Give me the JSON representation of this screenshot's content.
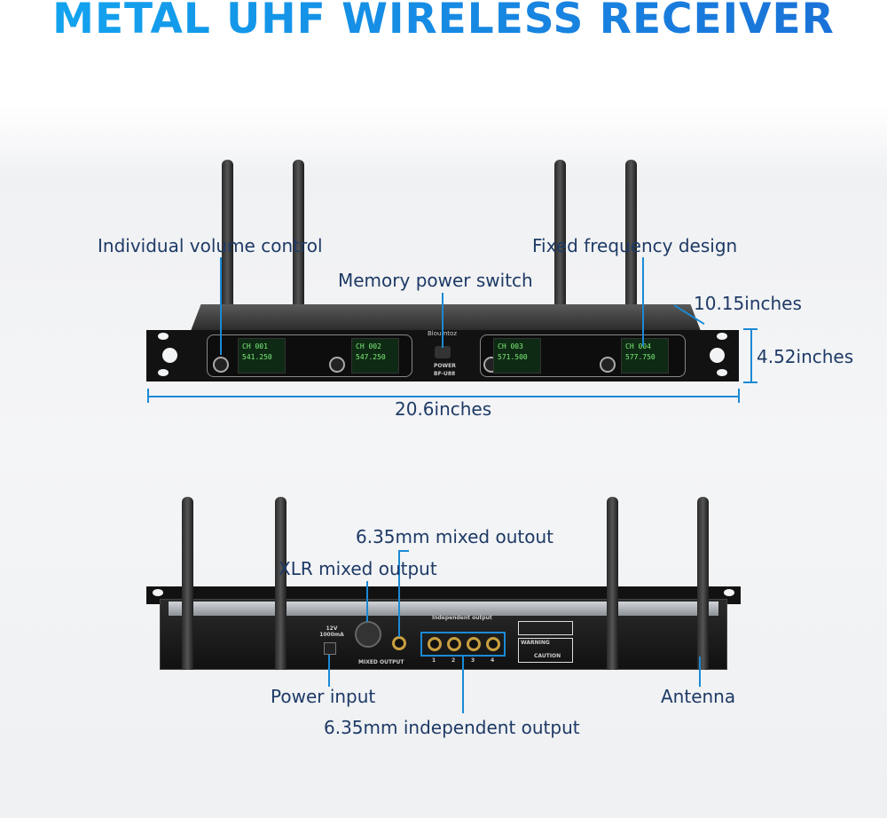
{
  "title": "METAL UHF WIRELESS RECEIVER",
  "labels": {
    "volume": "Individual volume control",
    "fixed_freq": "Fixed frequency design",
    "memory_power": "Memory power switch",
    "depth": "10.15inches",
    "height": "4.52inches",
    "width": "20.6inches",
    "mixed_635": "6.35mm mixed outout",
    "xlr": "XLR mixed output",
    "power_input": "Power input",
    "antenna": "Antenna",
    "independent": "6.35mm independent output"
  },
  "front": {
    "brand": "Bloumtoz",
    "power": "POWER",
    "model": "BF-U88",
    "channels": [
      {
        "ch": "CH 001",
        "freq": "541.250"
      },
      {
        "ch": "CH 002",
        "freq": "547.250"
      },
      {
        "ch": "CH 003",
        "freq": "571.500"
      },
      {
        "ch": "CH 004",
        "freq": "577.750"
      }
    ]
  },
  "back": {
    "power_rating": "12V 1000mA",
    "mixed_output": "MIXED OUTPUT",
    "independent_output": "Independent output",
    "jacks": [
      "1",
      "2",
      "3",
      "4"
    ],
    "warning": "WARNING",
    "caution": "CAUTION"
  }
}
